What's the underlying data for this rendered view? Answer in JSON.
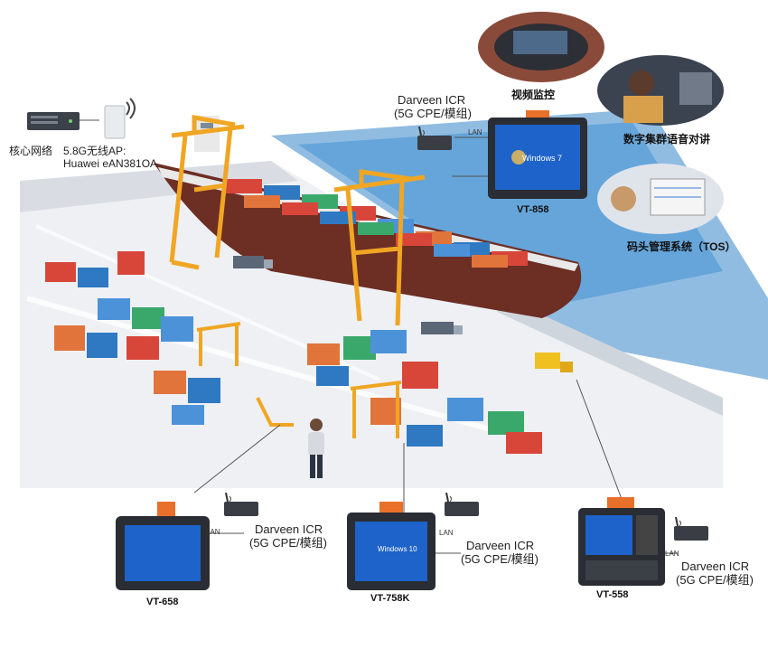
{
  "core_network": {
    "server_label": "核心网络",
    "ap_label_line1": "5.8G无线AP:",
    "ap_label_line2": "Huawei eAN381OA"
  },
  "router_label_line1": "Darveen ICR",
  "router_label_line2": "(5G CPE/模组)",
  "lan_label": "LAN",
  "services": {
    "video": "视频监控",
    "voice": "数字集群语音对讲",
    "tos": "码头管理系统（TOS）"
  },
  "devices": {
    "vt858": {
      "name": "VT-858",
      "os": "Windows 7"
    },
    "vt658": {
      "name": "VT-658"
    },
    "vt758k": {
      "name": "VT-758K",
      "os": "Windows 10"
    },
    "vt558": {
      "name": "VT-558"
    }
  },
  "colors": {
    "crane": "#f0a623",
    "sea": "#2f7fc3",
    "ship": "#6d2e24",
    "screen": "#1e63c9",
    "orange_cap": "#e8702a"
  }
}
